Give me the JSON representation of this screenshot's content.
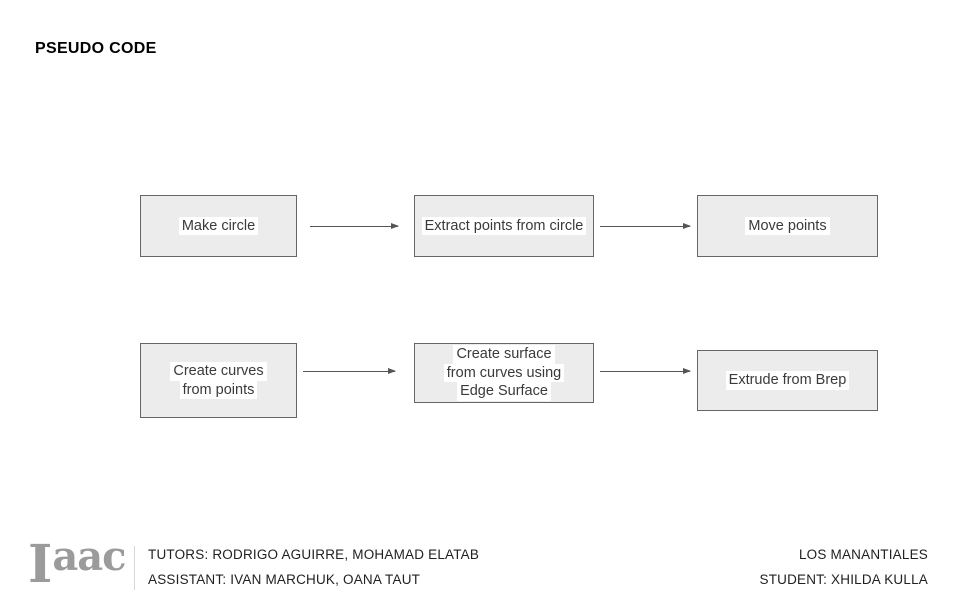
{
  "page": {
    "title": "PSEUDO CODE"
  },
  "flowchart": {
    "row1": [
      {
        "id": "make-circle",
        "lines": [
          "Make circle"
        ]
      },
      {
        "id": "extract-points-from-circle",
        "lines": [
          "Extract points from circle"
        ]
      },
      {
        "id": "move-points",
        "lines": [
          "Move points"
        ]
      }
    ],
    "row2": [
      {
        "id": "create-curves-from-points",
        "lines": [
          "Create curves",
          "from points"
        ]
      },
      {
        "id": "create-surface-edge-surface",
        "lines": [
          "Create surface",
          "from curves using",
          "Edge Surface"
        ]
      },
      {
        "id": "extrude-from-brep",
        "lines": [
          "Extrude from Brep"
        ]
      }
    ]
  },
  "footer": {
    "logo_i": "I",
    "logo_rest": "aac",
    "tutors": "TUTORS: RODRIGO AGUIRRE, MOHAMAD ELATAB",
    "assistant": "ASSISTANT: IVAN MARCHUK, OANA TAUT",
    "project": "LOS MANANTIALES",
    "student": "STUDENT: XHILDA KULLA"
  },
  "colors": {
    "box_fill": "#ececec",
    "box_border": "#666666",
    "box_text": "#3a3a3a",
    "label_highlight": "#ffffff",
    "arrow": "#555555",
    "logo_gray": "#9b9b9b",
    "footer_text": "#212121"
  }
}
